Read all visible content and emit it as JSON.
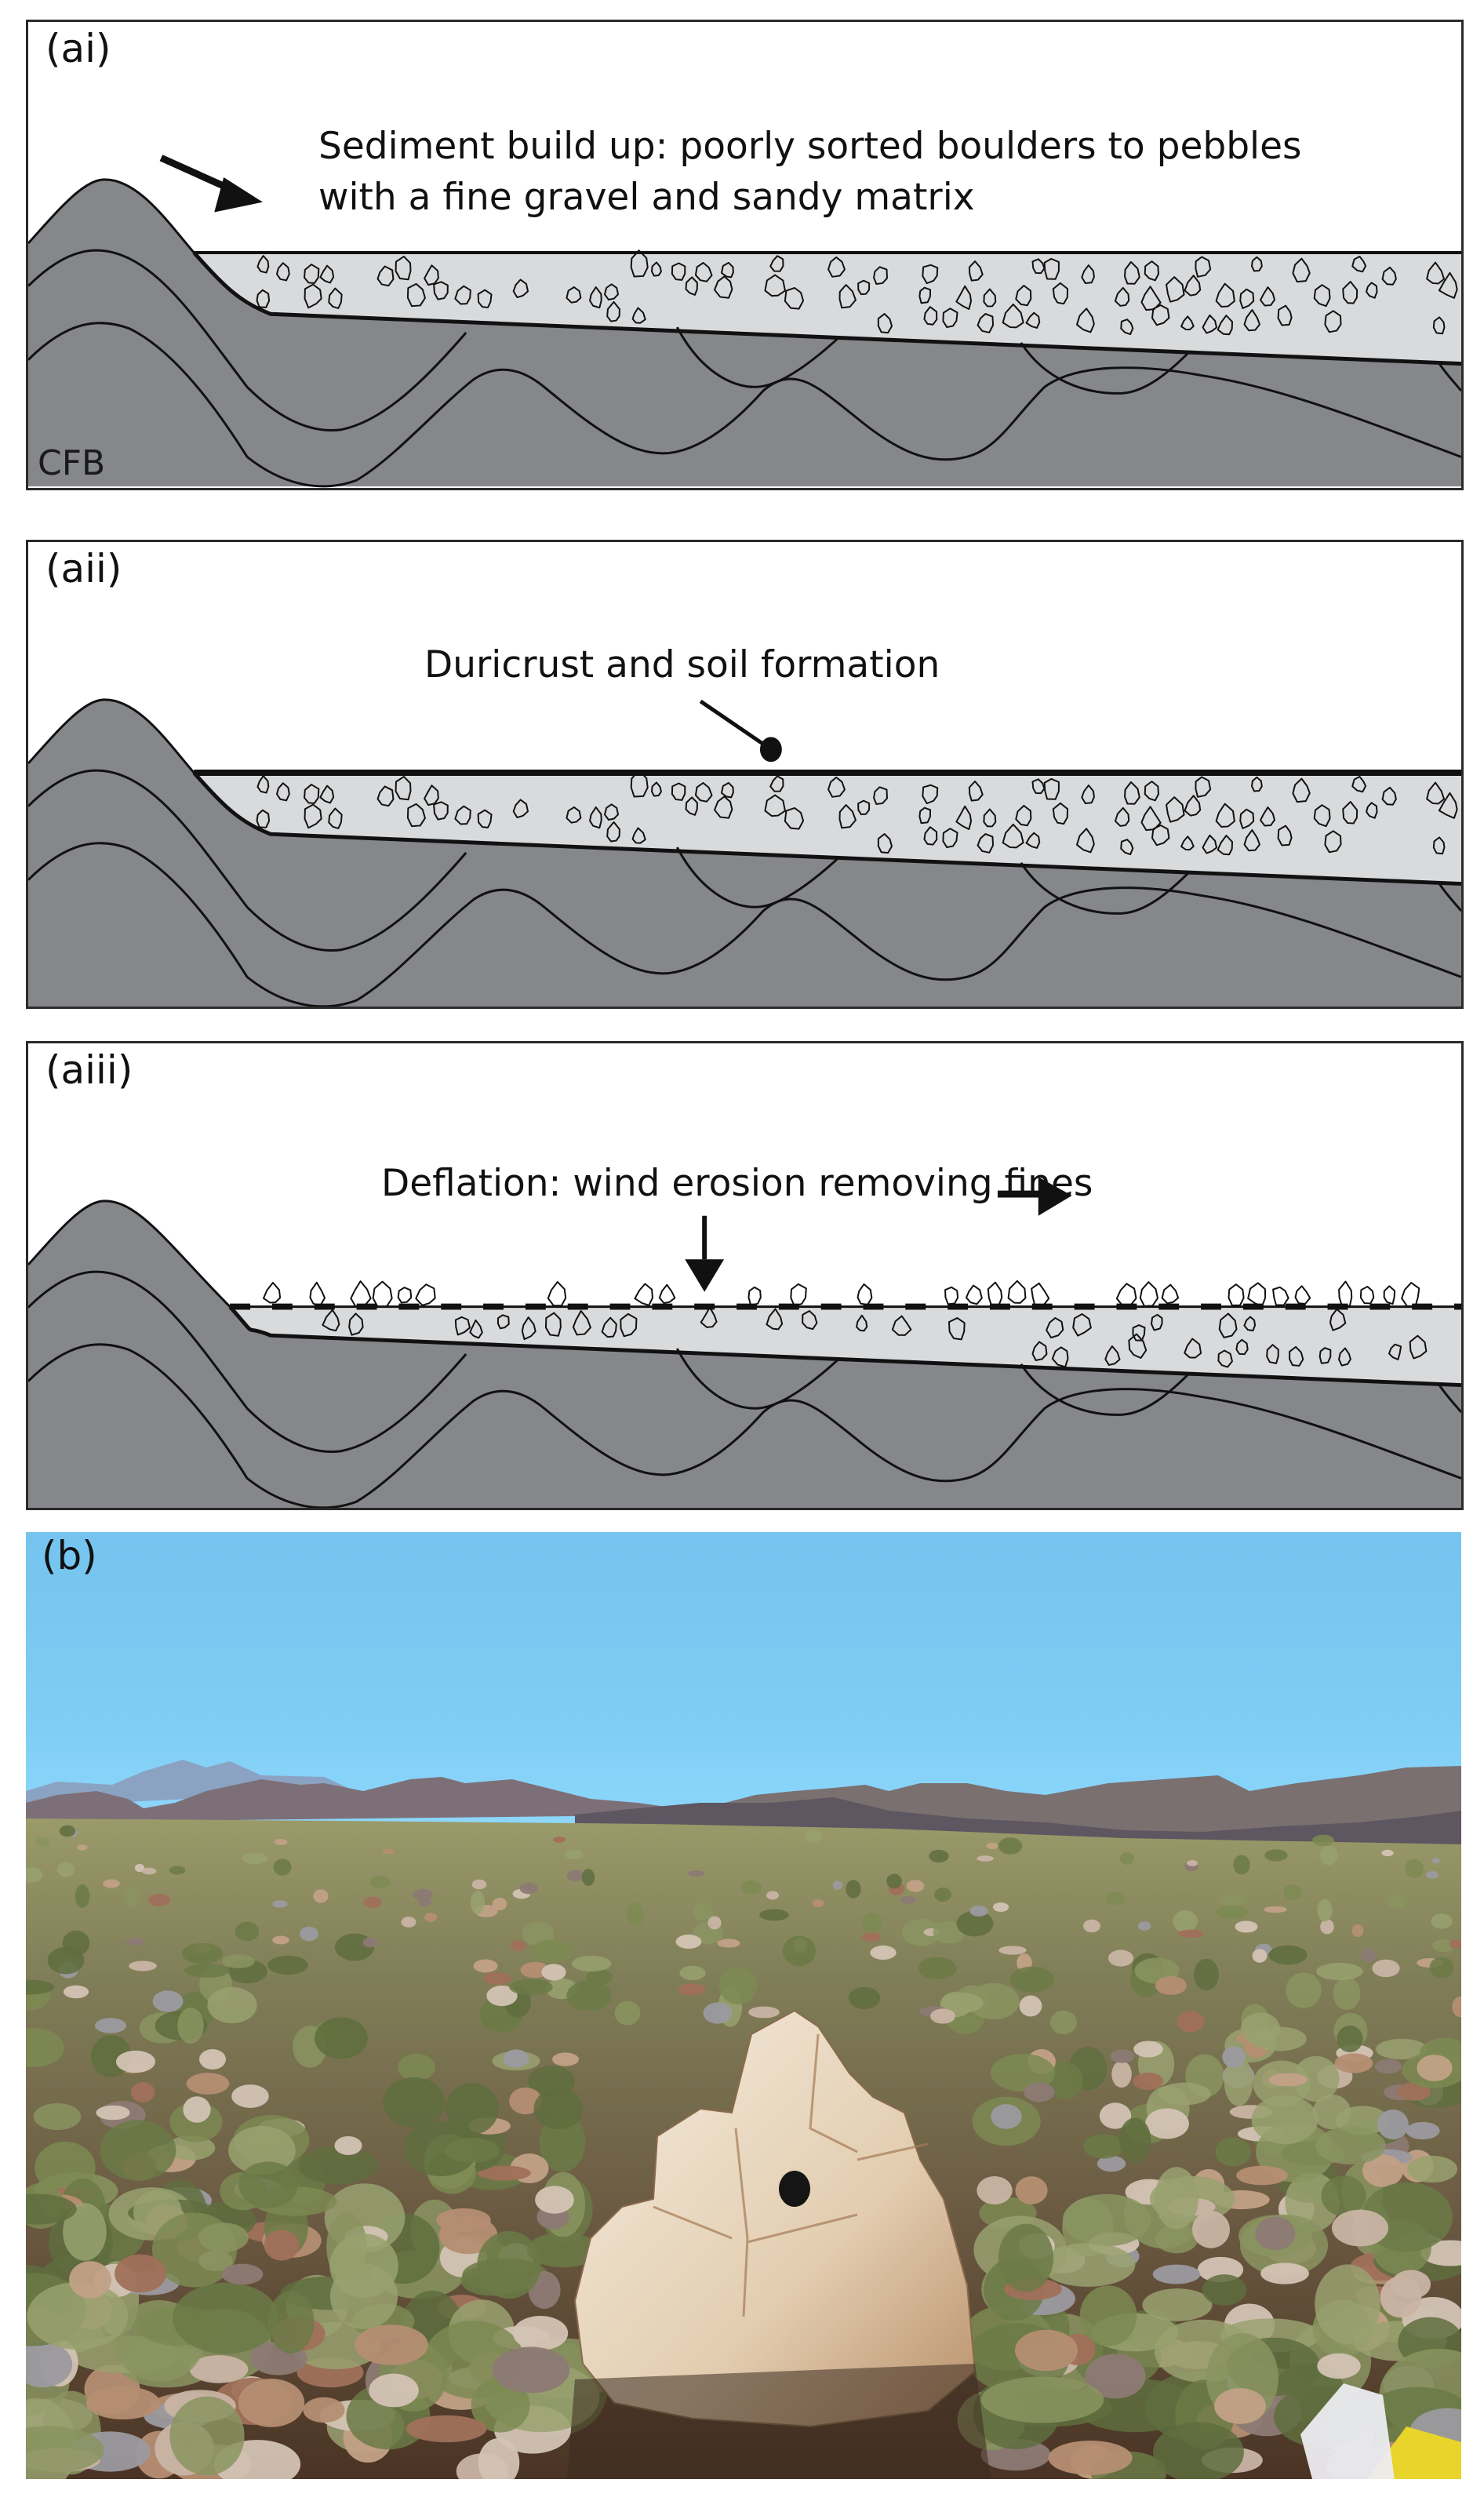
{
  "figure": {
    "panels": [
      {
        "id": "ai",
        "label": "(ai)",
        "caption_lines": [
          "Sediment build up: poorly sorted boulders to pebbles",
          "with a fine gravel and sandy matrix"
        ],
        "bedrock_label": "CFB",
        "annotation": "diagonal-arrow"
      },
      {
        "id": "aii",
        "label": "(aii)",
        "caption_lines": [
          "Duricrust and soil formation"
        ],
        "annotation": "pin-pointer"
      },
      {
        "id": "aiii",
        "label": "(aiii)",
        "caption_lines": [
          "Deflation: wind erosion removing fines"
        ],
        "annotation": "down-and-right-arrows"
      }
    ],
    "photo": {
      "label": "(b)",
      "description": "Field photograph: desert pavement with scattered rocks and shrubs, mountain range on horizon, white quartz boulder with lens cap for scale in foreground"
    },
    "colors": {
      "bedrock": "#86878a",
      "sediment": "#d9dadc",
      "outline": "#111111",
      "sky": "#85d0f7"
    }
  }
}
